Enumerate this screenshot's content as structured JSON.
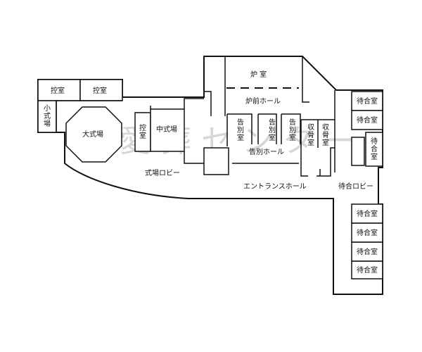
{
  "labels": {
    "hikae_1": "控室",
    "hikae_2": "控室",
    "shoshikijo": [
      "小",
      "式",
      "場"
    ],
    "daishikijo": "大式場",
    "hikae_3": [
      "控",
      "室"
    ],
    "chushikijo": "中式場",
    "shikijo_lobby": "式場ロビー",
    "ro_shitsu": "炉 室",
    "rozen_hall": "炉前ホール",
    "kokubetsu_1": [
      "告",
      "別",
      "室"
    ],
    "kokubetsu_2": [
      "告",
      "別",
      "室"
    ],
    "kokubetsu_3": [
      "告",
      "別",
      "室"
    ],
    "shukotsu_1": [
      "収",
      "骨",
      "室"
    ],
    "shukotsu_2": [
      "収",
      "骨",
      "室"
    ],
    "kokubetsu_hall": "告別ホール",
    "entrance_hall": "エントランスホール",
    "machiai_1": "待合室",
    "machiai_2": "待合室",
    "machiai_3": [
      "待",
      "合",
      "室"
    ],
    "machiai_lobby": "待合ロビー",
    "machiai_4": "待合室",
    "machiai_5": "待合室",
    "machiai_6": "待合室",
    "machiai_7": "待合室"
  },
  "watermark": "愛 葬 セ ン タ ー"
}
